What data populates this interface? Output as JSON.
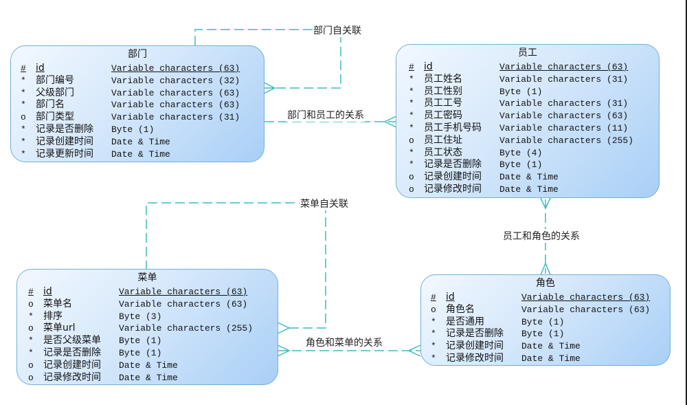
{
  "entities": {
    "dept": {
      "title": "部门",
      "rows": [
        {
          "mark": "#",
          "name": "id",
          "type": "Variable characters (63)",
          "pk": true
        },
        {
          "mark": "*",
          "name": "部门编号",
          "type": "Variable characters (32)"
        },
        {
          "mark": "*",
          "name": "父级部门",
          "type": "Variable characters (63)"
        },
        {
          "mark": "*",
          "name": "部门名",
          "type": "Variable characters (63)"
        },
        {
          "mark": "o",
          "name": "部门类型",
          "type": "Variable characters (31)"
        },
        {
          "mark": "*",
          "name": "记录是否删除",
          "type": "Byte (1)"
        },
        {
          "mark": "*",
          "name": "记录创建时间",
          "type": "Date & Time"
        },
        {
          "mark": "*",
          "name": "记录更新时间",
          "type": "Date & Time"
        }
      ]
    },
    "emp": {
      "title": "员工",
      "rows": [
        {
          "mark": "#",
          "name": "id",
          "type": "Variable characters (63)",
          "pk": true
        },
        {
          "mark": "*",
          "name": "员工姓名",
          "type": "Variable characters (31)"
        },
        {
          "mark": "*",
          "name": "员工性别",
          "type": "Byte (1)"
        },
        {
          "mark": "*",
          "name": "员工工号",
          "type": "Variable characters (31)"
        },
        {
          "mark": "*",
          "name": "员工密码",
          "type": "Variable characters (63)"
        },
        {
          "mark": "*",
          "name": "员工手机号码",
          "type": "Variable characters (11)"
        },
        {
          "mark": "o",
          "name": "员工住址",
          "type": "Variable characters (255)"
        },
        {
          "mark": "*",
          "name": "员工状态",
          "type": "Byte (4)"
        },
        {
          "mark": "*",
          "name": "记录是否删除",
          "type": "Byte (1)"
        },
        {
          "mark": "o",
          "name": "记录创建时间",
          "type": "Date & Time"
        },
        {
          "mark": "o",
          "name": "记录修改时间",
          "type": "Date & Time"
        }
      ]
    },
    "menu": {
      "title": "菜单",
      "rows": [
        {
          "mark": "#",
          "name": "id",
          "type": "Variable characters (63)",
          "pk": true
        },
        {
          "mark": "o",
          "name": "菜单名",
          "type": "Variable characters (63)"
        },
        {
          "mark": "*",
          "name": "排序",
          "type": "Byte (3)"
        },
        {
          "mark": "o",
          "name": "菜单url",
          "type": "Variable characters (255)"
        },
        {
          "mark": "*",
          "name": "是否父级菜单",
          "type": "Byte (1)"
        },
        {
          "mark": "*",
          "name": "记录是否删除",
          "type": "Byte (1)"
        },
        {
          "mark": "o",
          "name": "记录创建时间",
          "type": "Date & Time"
        },
        {
          "mark": "o",
          "name": "记录修改时间",
          "type": "Date & Time"
        }
      ]
    },
    "role": {
      "title": "角色",
      "rows": [
        {
          "mark": "#",
          "name": "id",
          "type": "Variable characters (63)",
          "pk": true
        },
        {
          "mark": "o",
          "name": "角色名",
          "type": "Variable characters (63)"
        },
        {
          "mark": "*",
          "name": "是否通用",
          "type": "Byte (1)"
        },
        {
          "mark": "*",
          "name": "记录是否删除",
          "type": "Byte (1)"
        },
        {
          "mark": "*",
          "name": "记录创建时间",
          "type": "Date & Time"
        },
        {
          "mark": "*",
          "name": "记录修改时间",
          "type": "Date & Time"
        }
      ]
    }
  },
  "relations": {
    "dept_self": "部门自关联",
    "dept_emp": "部门和员工的关系",
    "menu_self": "菜单自关联",
    "emp_role": "员工和角色的关系",
    "role_menu": "角色和菜单的关系"
  },
  "colors": {
    "line": "#3cbcbc",
    "border": "#6fb0d8"
  }
}
